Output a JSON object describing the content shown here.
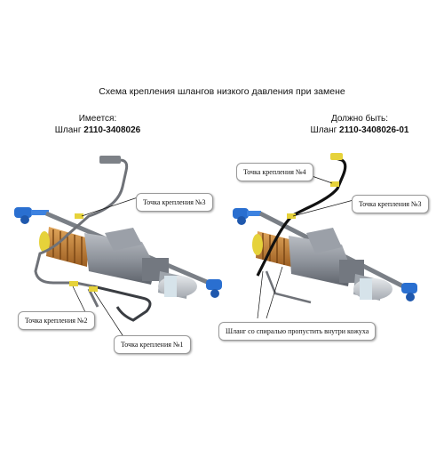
{
  "title": "Схема крепления шлангов низкого давления при замене",
  "left_header": {
    "line1": "Имеется:",
    "line2_prefix": "Шланг ",
    "line2_part": "2110-3408026"
  },
  "right_header": {
    "line1": "Должно быть:",
    "line2_prefix": "Шланг ",
    "line2_part": "2110-3408026-01"
  },
  "callouts": {
    "left_point3": "Точка крепления №3",
    "left_point2": "Точка крепления №2",
    "left_point1": "Точка крепления №1",
    "right_point4": "Точка крепления №4",
    "right_point3": "Точка крепления №3",
    "right_note": "Шланг со спиралью пропустить внутри кожуха"
  },
  "colors": {
    "housing": "#8f949c",
    "bellows": "#c8843a",
    "tie_rod_end": "#2a6fd0",
    "bracket": "#e6d23a",
    "hose": "#1a1a1a",
    "tank": "#c8ccd2"
  }
}
